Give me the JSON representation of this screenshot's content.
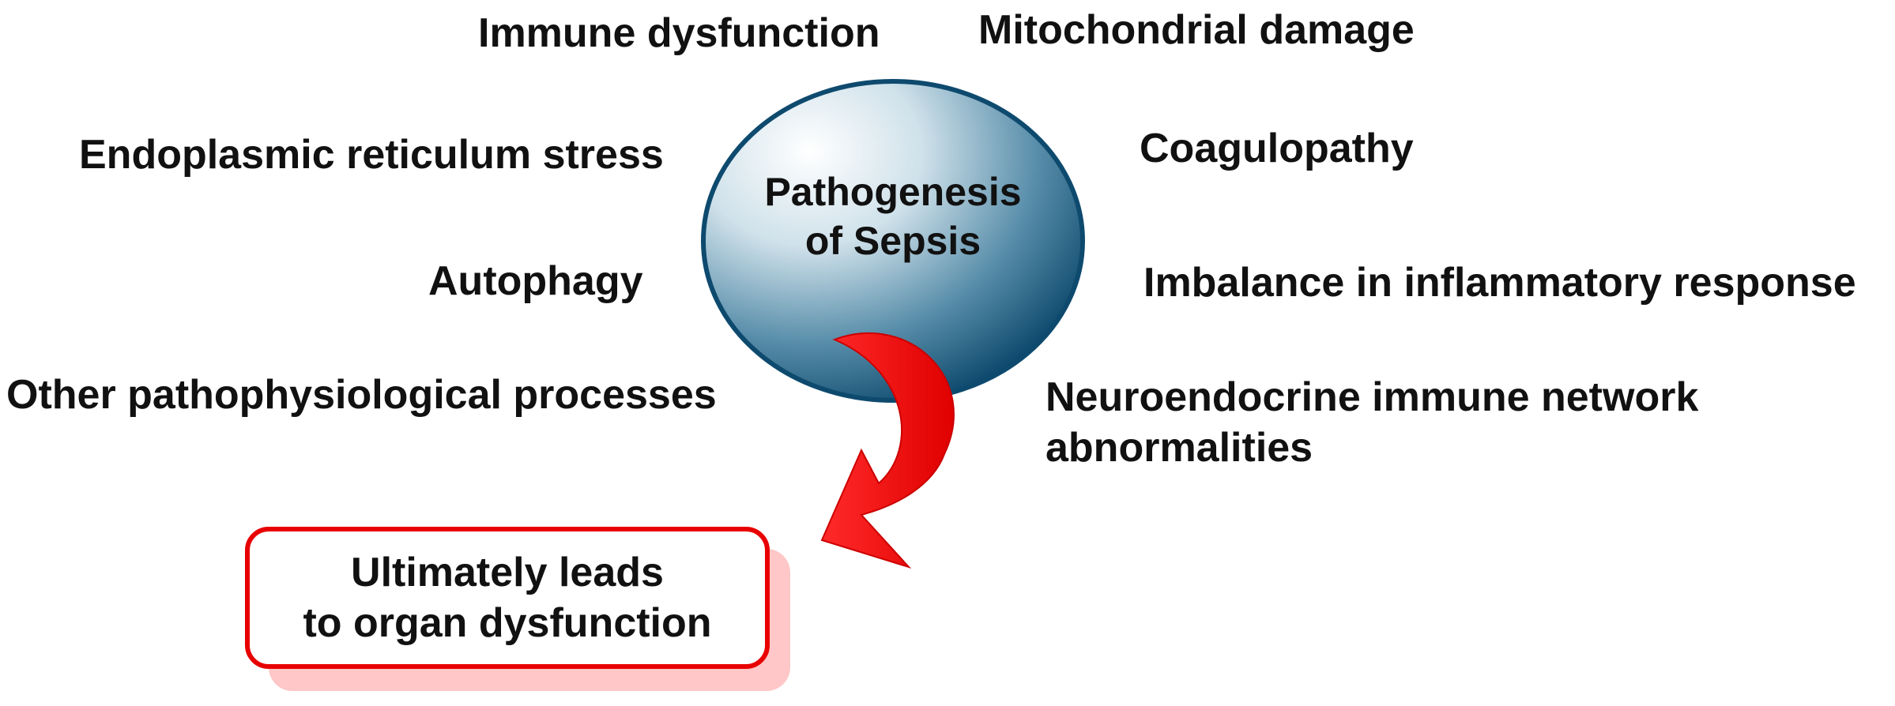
{
  "center": {
    "line1": "Pathogenesis",
    "line2": "of Sepsis"
  },
  "factors": {
    "immune_dysfunction": "Immune dysfunction",
    "mitochondrial_damage": "Mitochondrial damage",
    "er_stress": "Endoplasmic reticulum stress",
    "coagulopathy": "Coagulopathy",
    "autophagy": "Autophagy",
    "inflammatory_imbalance": "Imbalance in inflammatory response",
    "other_processes": "Other pathophysiological processes",
    "neuroendocrine_line1": "Neuroendocrine immune network",
    "neuroendocrine_line2": "abnormalities"
  },
  "outcome": {
    "line1": "Ultimately leads",
    "line2": "to organ dysfunction"
  },
  "colors": {
    "ellipse_dark": "#0e4a6e",
    "ellipse_light": "#ffffff",
    "arrow": "#ff0000",
    "box_border": "#e80000",
    "box_shadow": "#ffc7c7"
  }
}
